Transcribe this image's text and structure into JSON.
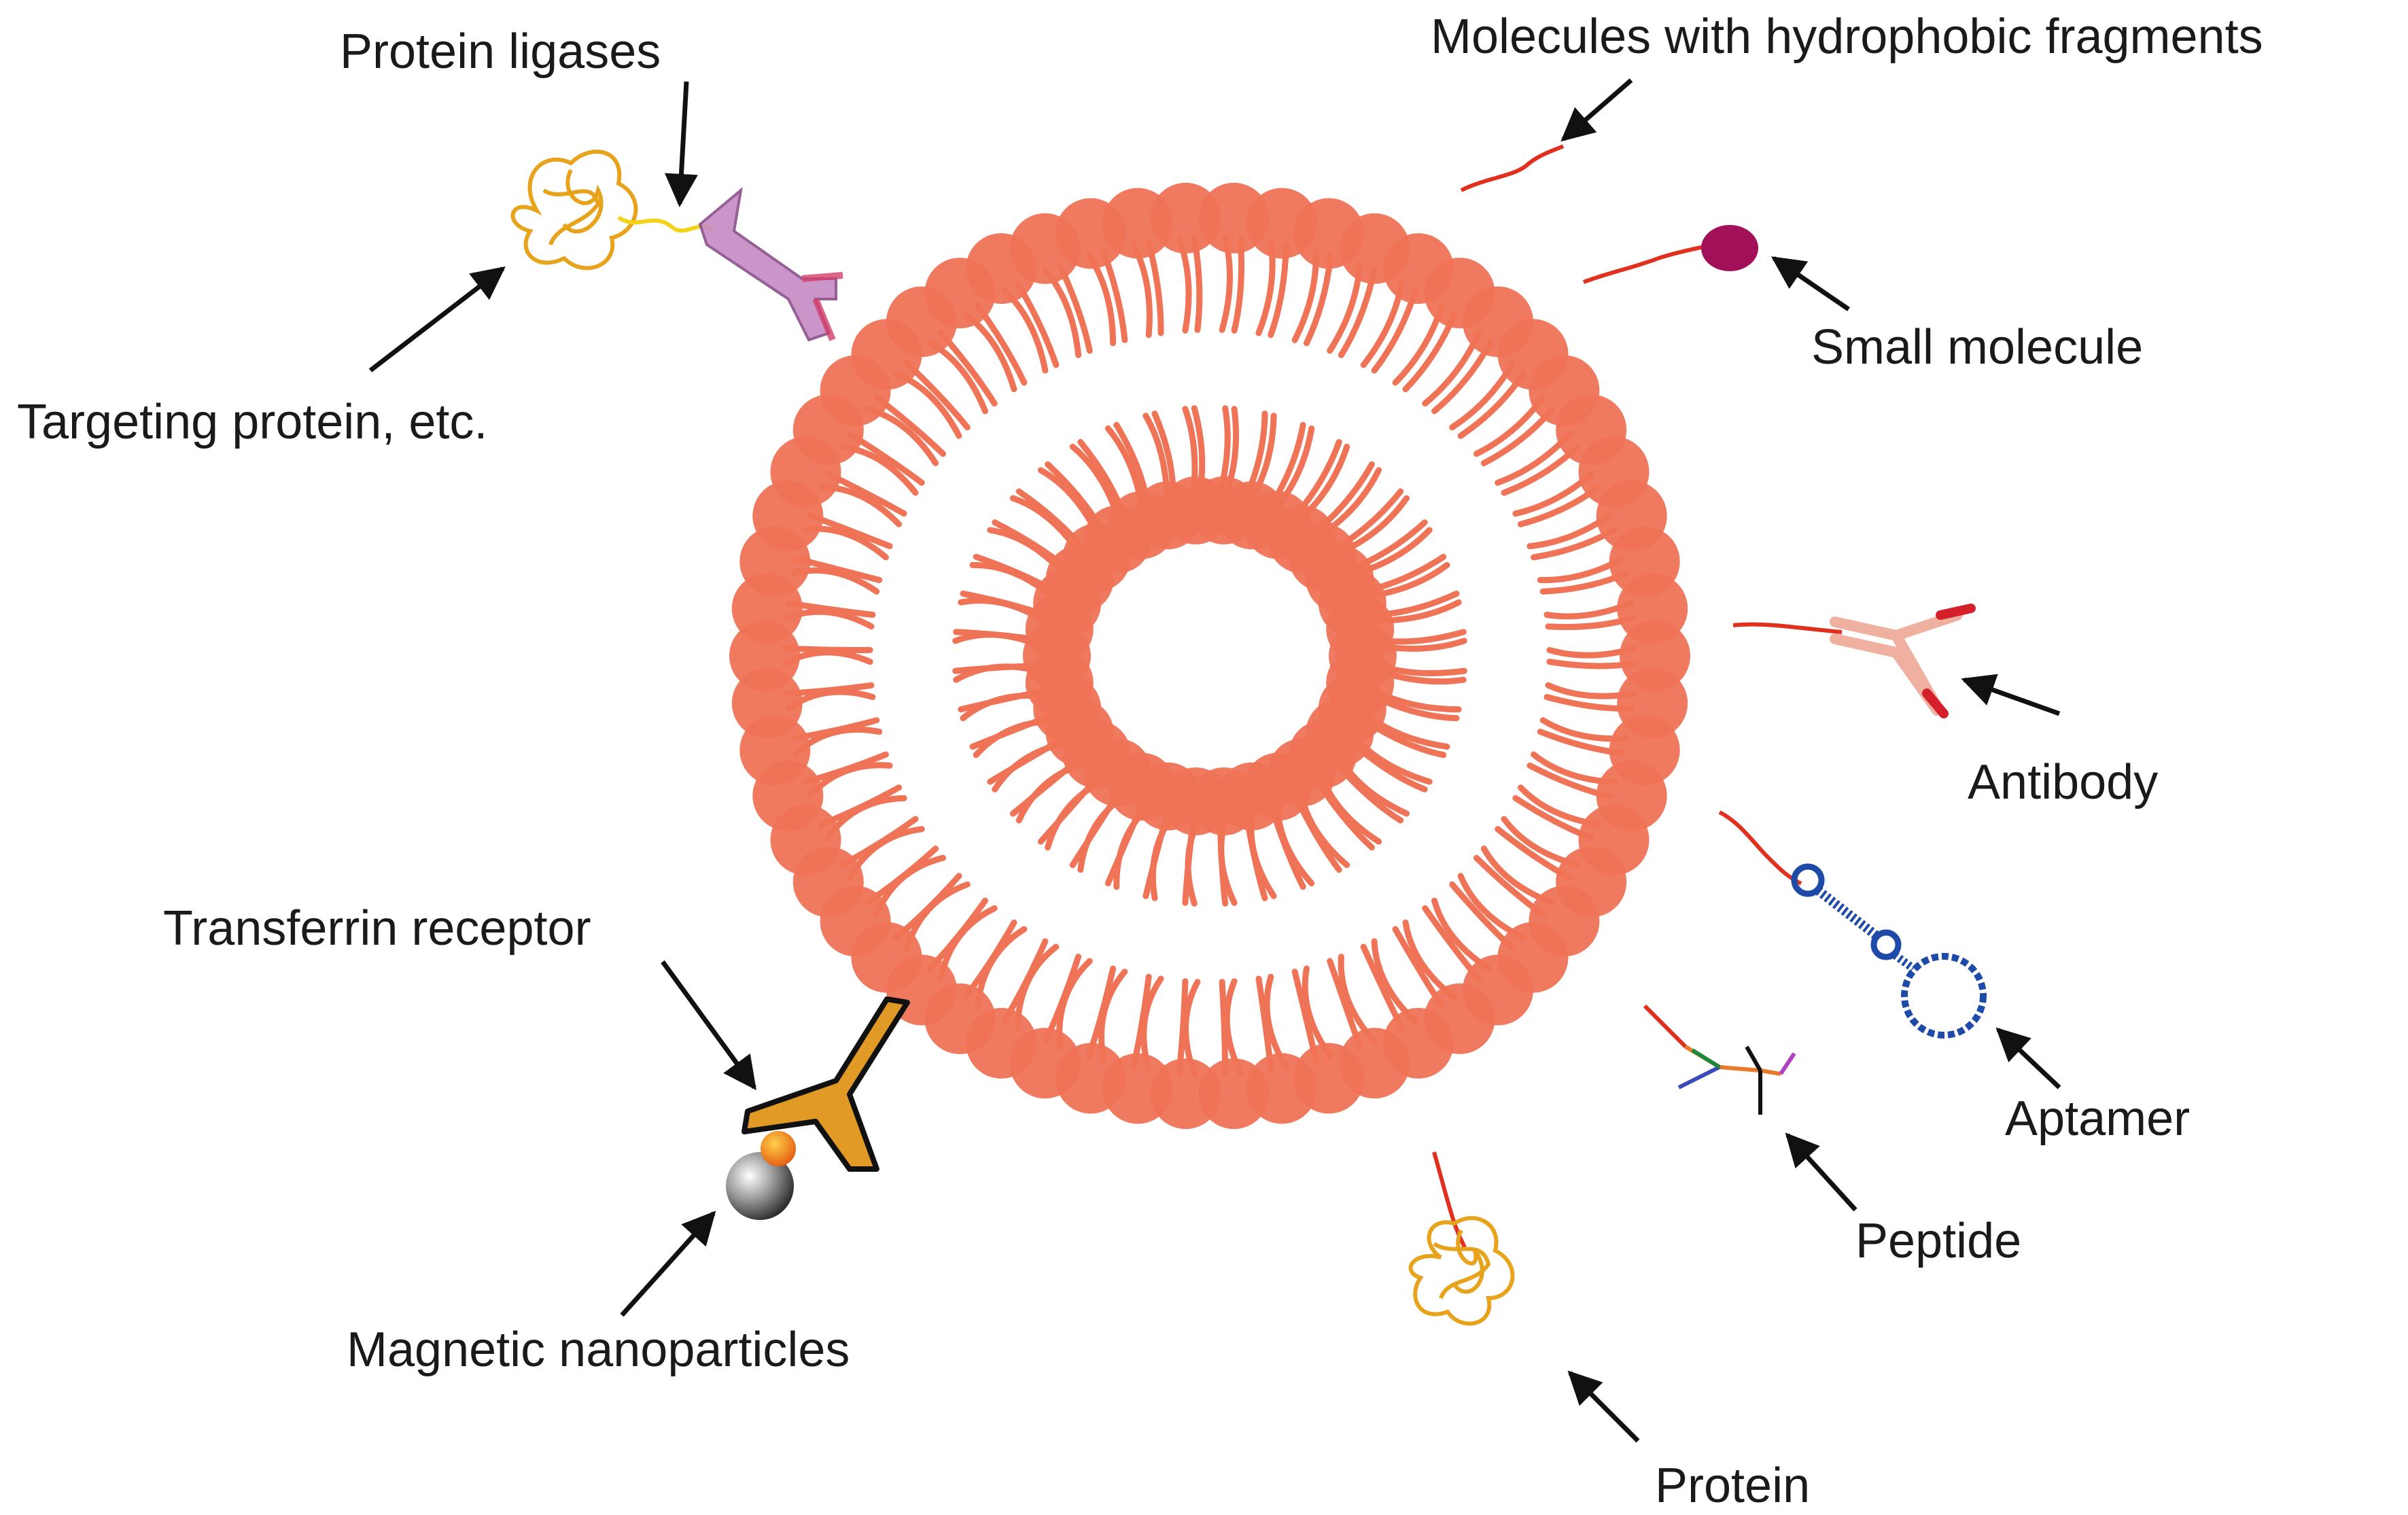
{
  "labels": {
    "protein_ligases": "Protein ligases",
    "targeting_protein": "Targeting protein, etc.",
    "molecules_hydrophobic": "Molecules with hydrophobic fragments",
    "small_molecule": "Small molecule",
    "antibody": "Antibody",
    "aptamer": "Aptamer",
    "peptide": "Peptide",
    "protein": "Protein",
    "transferrin_receptor": "Transferrin receptor",
    "magnetic_nanoparticles": "Magnetic nanoparticles"
  },
  "colors": {
    "lipid_head": "#ef7356",
    "lipid_tail": "#ef7356",
    "arrow": "#111111",
    "protein_coil": "#e8a31c",
    "linker_red": "#e0301e",
    "small_molecule": "#a3105a",
    "antibody_light": "#f0b0a0",
    "antibody_tip": "#d4202a",
    "aptamer": "#1e4aa8",
    "ligase_purple": "#c58ac4",
    "transferrin": "#e09a25",
    "nanoparticle": "#888888"
  }
}
